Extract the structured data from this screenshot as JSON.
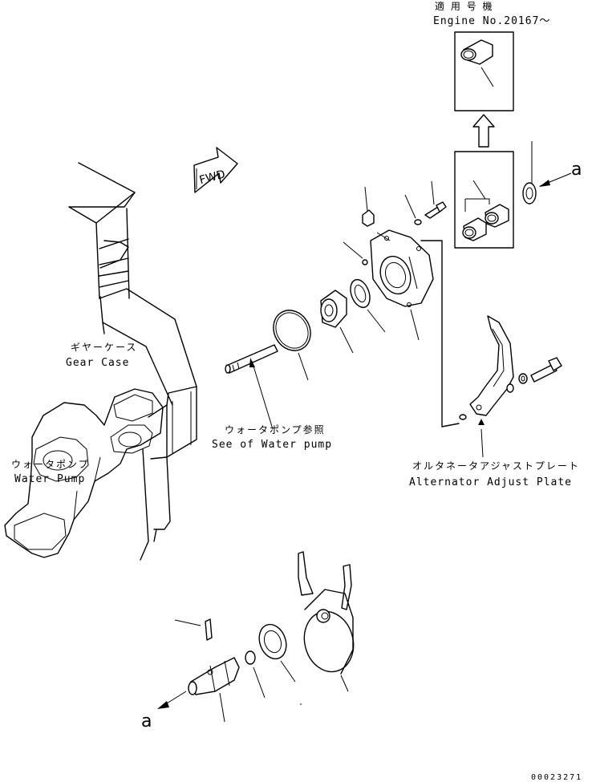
{
  "labels": {
    "applicable_jp": "適 用 号 機",
    "engine_no": "Engine No.20167～",
    "gear_case_jp": "ギヤーケース",
    "gear_case_en": "Gear Case",
    "water_pump_ref_jp": "ウォータポンプ参照",
    "water_pump_ref_en": "See of Water pump",
    "water_pump_jp": "ウォータポンプ",
    "water_pump_en": "Water Pump",
    "alt_plate_jp": "オルタネータアジャストプレート",
    "alt_plate_en": "Alternator Adjust Plate",
    "fwd": "FWD",
    "ref_a_top": "a",
    "ref_a_bottom": "a",
    "code": "00023271"
  }
}
